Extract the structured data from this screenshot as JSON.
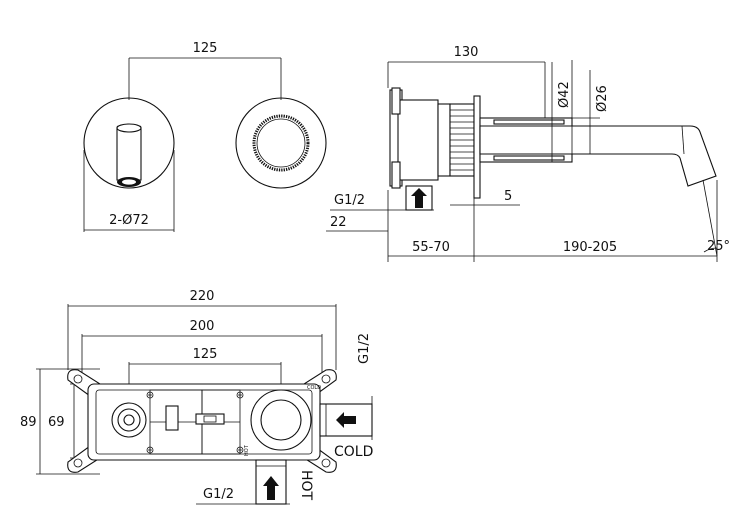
{
  "dimensions": {
    "front_spacing": "125",
    "flange_dia": "2-Ø72",
    "side_depth": "130",
    "dia_outer": "Ø42",
    "dia_inner": "Ø26",
    "inlet_thread_side": "G1/2",
    "offset_22": "22",
    "gap_5": "5",
    "wall_depth": "55-70",
    "spout_reach": "190-205",
    "spout_angle": "25°",
    "box_overall_width": "220",
    "box_width": "200",
    "box_center_spacing": "125",
    "box_height_outer": "89",
    "box_height_inner": "69",
    "inlet_thread_right": "G1/2",
    "inlet_thread_bottom": "G1/2"
  },
  "labels": {
    "cold": "COLD",
    "hot": "HOT",
    "cold_small": "COLD",
    "hot_small": "HOT"
  }
}
